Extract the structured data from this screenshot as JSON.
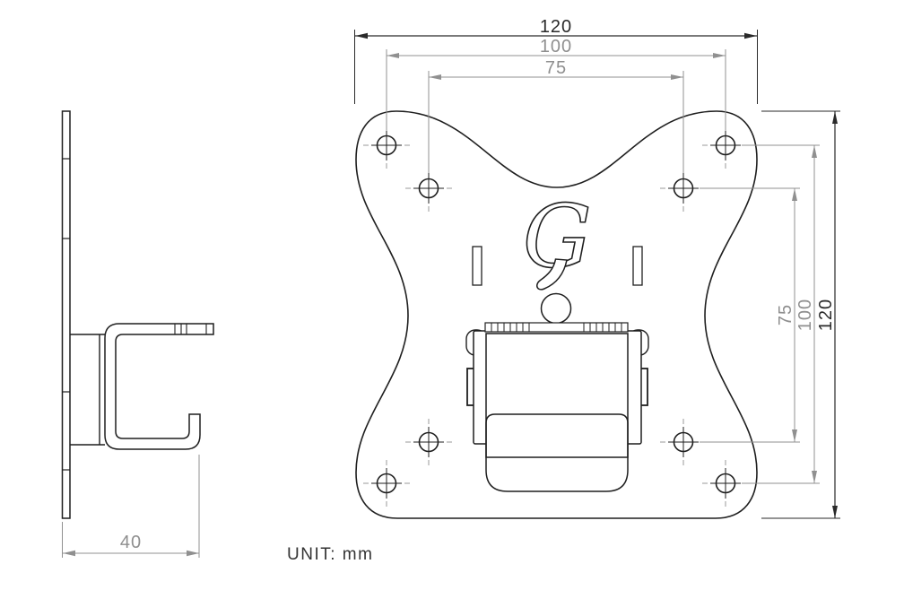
{
  "document": {
    "type": "technical-drawing",
    "subject": "monitor wall mount bracket, side view and front VESA plate view",
    "unit_note": "UNIT: mm",
    "logo_letter": "G",
    "colors": {
      "outline": "#1f1f1f",
      "dimension_lines": "#909090",
      "dimension_text_gray": "#8f8f8f",
      "dimension_text_dark": "#2a2a2a",
      "background": "#ffffff"
    },
    "dimensions": {
      "front_top": [
        {
          "label": "120",
          "meaning": "overall plate width"
        },
        {
          "label": "100",
          "meaning": "horizontal hole spacing VESA 100"
        },
        {
          "label": "75",
          "meaning": "horizontal hole spacing VESA 75"
        }
      ],
      "front_right": [
        {
          "label": "75",
          "meaning": "vertical hole spacing VESA 75"
        },
        {
          "label": "100",
          "meaning": "vertical hole spacing VESA 100"
        },
        {
          "label": "120",
          "meaning": "overall plate height"
        }
      ],
      "side_bottom": [
        {
          "label": "40",
          "meaning": "bracket depth"
        }
      ]
    }
  }
}
